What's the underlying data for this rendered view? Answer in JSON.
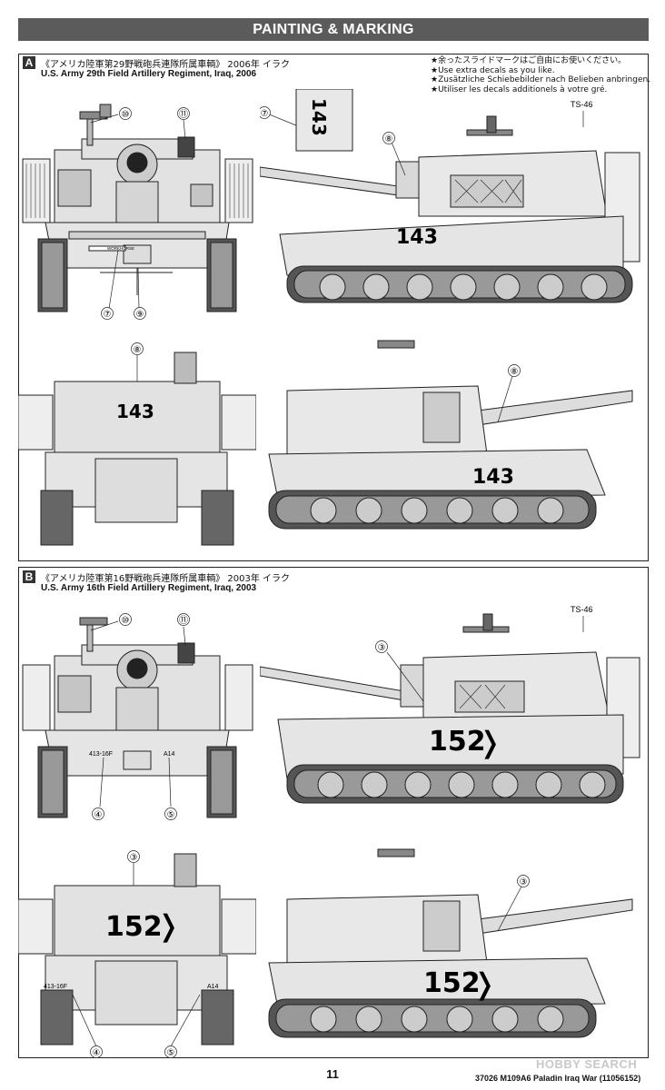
{
  "header": {
    "title": "PAINTING & MARKING"
  },
  "notes": [
    "★余ったスライドマークはご自由にお使いください。",
    "★Use extra decals as you like.",
    "★Zusätzliche Schiebebilder nach Belieben anbringen.",
    "★Utiliser les decals additionels à votre gré."
  ],
  "section_a": {
    "badge": "A",
    "title_jp": "《アメリカ陸軍第29野戦砲兵連隊所属車輌》 2006年 イラク",
    "title_en": "U.S. Army 29th Field Artillery Regiment, Iraq, 2006",
    "hull_number": "143",
    "panel_number": "143",
    "turret_marking": "TS-46",
    "plate_text": "WORKHORSE",
    "callouts": {
      "front_left": "⑩",
      "front_right": "⑪",
      "front_bottom_left": "⑦",
      "front_bottom_right": "⑨",
      "side_hull": "⑧",
      "side_inset": "⑦",
      "rear_top": "⑧",
      "rear_side": "⑧"
    }
  },
  "section_b": {
    "badge": "B",
    "title_jp": "《アメリカ陸軍第16野戦砲兵連隊所属車輌》 2003年 イラク",
    "title_en": "U.S. Army 16th Field Artillery Regiment, Iraq, 2003",
    "hull_number": "152",
    "chevron": "❭",
    "turret_marking": "TS-46",
    "bumper_left": "413-16F",
    "bumper_right": "A14",
    "callouts": {
      "front_left": "⑩",
      "front_right": "⑪",
      "front_bottom_left": "④",
      "front_bottom_right": "⑤",
      "side_mantlet": "③",
      "rear_top": "③",
      "rear_bottom_left": "④",
      "rear_bottom_right": "⑤",
      "rear_side": "③"
    }
  },
  "footer": {
    "page": "11",
    "code": "37026  M109A6 Paladin Iraq War (11056152)",
    "watermark": "HOBBY SEARCH"
  }
}
